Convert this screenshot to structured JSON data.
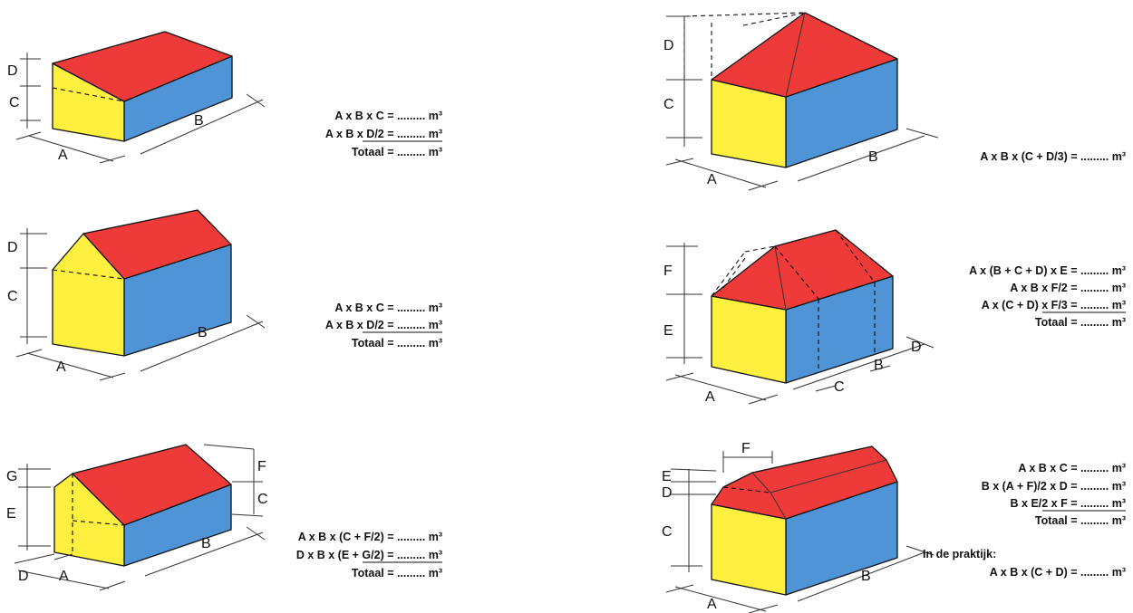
{
  "figure1": {
    "labels": {
      "A": "A",
      "B": "B",
      "C": "C",
      "D": "D"
    },
    "formulas": [
      "A x B x C   = ......... m³",
      "A x B x D/2 = ......... m³",
      "Totaal = ......... m³"
    ]
  },
  "figure2": {
    "labels": {
      "A": "A",
      "B": "B",
      "C": "C",
      "D": "D"
    },
    "formulas": [
      "A x B x C   = ......... m³",
      "A x B x D/2 = ......... m³",
      "Totaal = ......... m³"
    ]
  },
  "figure3": {
    "labels": {
      "A": "A",
      "B": "B",
      "C": "C",
      "D": "D",
      "E": "E",
      "F": "F",
      "G": "G"
    },
    "formulas": [
      "A x B x (C + F/2) = ......... m³",
      "D x B x (E + G/2) = ......... m³",
      "Totaal = ......... m³"
    ]
  },
  "figure4": {
    "labels": {
      "A": "A",
      "B": "B",
      "C": "C",
      "D": "D"
    },
    "formulas": [
      "A x B x (C + D/3) = ......... m³"
    ]
  },
  "figure5": {
    "labels": {
      "A": "A",
      "B": "B",
      "C": "C",
      "D": "D",
      "E": "E",
      "F": "F"
    },
    "formulas": [
      "A x (B + C + D) x E  = ......... m³",
      "A x B x F/2  = ......... m³",
      "A x (C + D) x F/3  = ......... m³",
      "Totaal  = ......... m³"
    ]
  },
  "figure6": {
    "labels": {
      "A": "A",
      "B": "B",
      "C": "C",
      "D": "D",
      "E": "E",
      "F": "F"
    },
    "formulas": [
      "A x B x C  = ......... m³",
      "B x (A + F)/2 x D  = ......... m³",
      "B x E/2 x F  = ......... m³",
      "Totaal  = ......... m³"
    ],
    "note_heading": "In de praktijk:",
    "note_formula": "A x B x (C + D)  = ......... m³"
  },
  "colors": {
    "front": "#ffef3f",
    "roof": "#ef3a3a",
    "side": "#4e94d6"
  }
}
